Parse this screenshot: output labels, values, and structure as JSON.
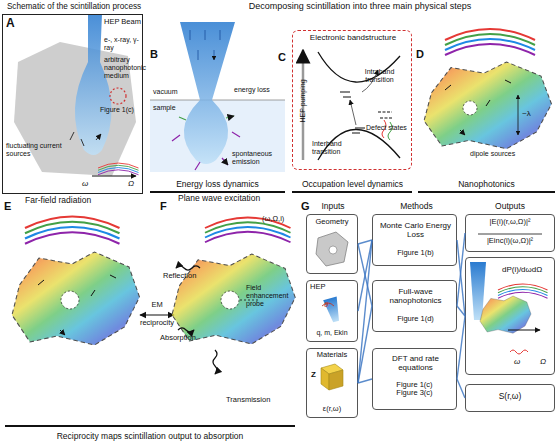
{
  "diagram": {
    "nodes": [
      {
        "text": [
          "Schematic of the scintillation process",
          "A"
        ]
      },
      {
        "text": [
          "C",
          "Electronic bandstructure"
        ]
      },
      {
        "text": [
          "Geometry"
        ]
      },
      {
        "text": [
          "HEP",
          "θ",
          "q, m, Ekin"
        ]
      },
      {
        "text": [
          "Materials",
          "Z",
          "ε(r,ω)"
        ]
      },
      {
        "text": [
          "Monte Carlo Energy Loss",
          "Figure 1(b)"
        ]
      },
      {
        "text": [
          "Full-wave nanophotonics",
          "Figure 1(d)"
        ]
      },
      {
        "text": [
          "DFT and rate equations",
          "Figure 1(c) Figure 3(c)"
        ]
      },
      {
        "text": [
          "|E(i)(r,ω,Ω)|²",
          "|Einc(i)(ω,Ω)|²"
        ]
      },
      {
        "text": [
          "dP(i)/dωdΩ",
          "ω",
          "Ω"
        ]
      },
      {
        "text": [
          "S(r,ω)"
        ]
      }
    ],
    "edges": [
      {
        "from": 2,
        "to": 5,
        "arrow": "none"
      },
      {
        "from": 2,
        "to": 6,
        "arrow": "none"
      },
      {
        "from": 3,
        "to": 5,
        "arrow": "none"
      },
      {
        "from": 4,
        "to": 5,
        "arrow": "none"
      },
      {
        "from": 4,
        "to": 6,
        "arrow": "none"
      },
      {
        "from": 4,
        "to": 7,
        "arrow": "none"
      },
      {
        "from": 5,
        "to": 9,
        "arrow": "none"
      },
      {
        "from": 6,
        "to": 8,
        "arrow": "none"
      },
      {
        "from": 6,
        "to": 9,
        "arrow": "none"
      },
      {
        "from": 7,
        "to": 9,
        "arrow": "none"
      },
      {
        "from": 7,
        "to": 10,
        "arrow": "none"
      }
    ],
    "labels": [
      "Decomposing scintillation into three main physical steps",
      "HEP Beam",
      "e-, x-ray, γ-ray",
      "arbitrary nanophotonic medium",
      "Figure 1(c)",
      "fluctuating current sources",
      "ω",
      "Ω",
      "B",
      "vacuum",
      "sample",
      "energy loss",
      "spontaneous emission",
      "Energy loss dynamics",
      "HEP pumping",
      "Intraband transition",
      "Interband transition",
      "Defect states",
      "Occupation level dynamics",
      "D",
      "~λ",
      "dipole sources",
      "Nanophotonics",
      "E",
      "Far-field radiation",
      "F",
      "Plane wave excitation",
      "(ω,Ω,i)",
      "Reflection",
      "Field enhancement probe",
      "Absorption",
      "Transmission",
      "EM",
      "reciprocity",
      "Reciprocity maps scintillation output to absorption",
      "G",
      "Inputs",
      "Methods",
      "Outputs"
    ]
  }
}
